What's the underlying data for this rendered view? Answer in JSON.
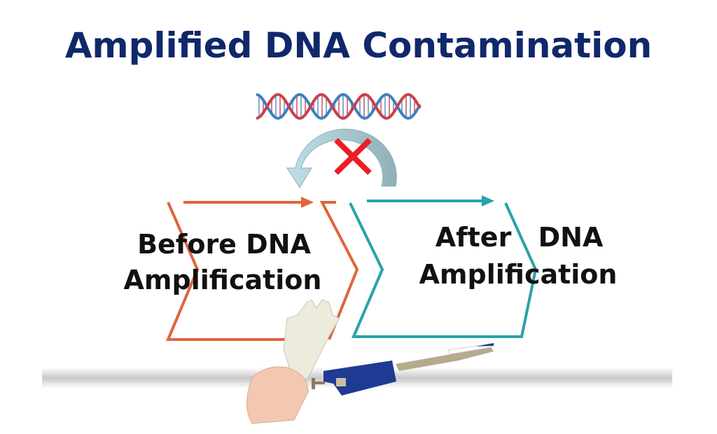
{
  "title": "Amplified DNA Contamination",
  "before": {
    "line1": "Before DNA",
    "line2": "Amplification"
  },
  "after": {
    "line1": "After",
    "line1b": "DNA",
    "line2": "Amplification"
  },
  "colors": {
    "title": "#10286a",
    "before": "#e0643a",
    "after": "#2aa3a8",
    "cross": "#ee1c24",
    "arrow": "#a9ccd4",
    "pipette": "#1f3a93"
  },
  "icons": [
    "dna-helix-icon",
    "curved-return-arrow-icon",
    "prohibited-x-icon",
    "glove-hand-icon",
    "pipette-icon"
  ]
}
